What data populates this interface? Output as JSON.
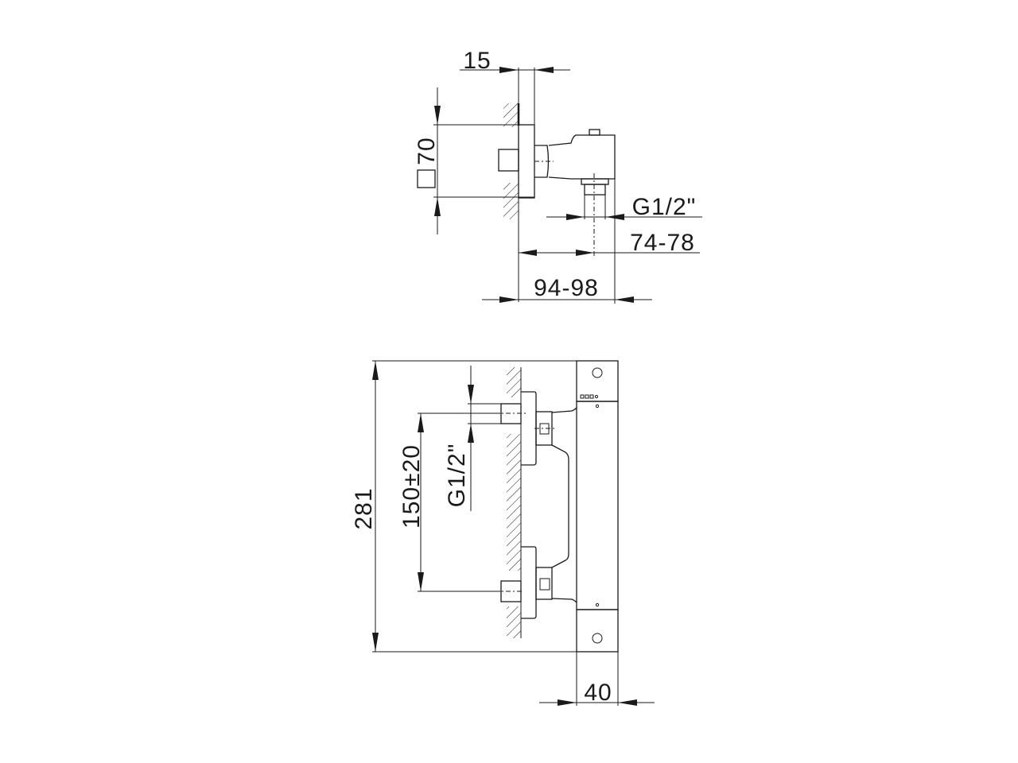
{
  "side_view": {
    "dim_wall_plate": "15",
    "dim_plate_height": "70",
    "dim_outlet_thread": "G1/2\"",
    "dim_outlet_distance": "74-78",
    "dim_total_depth": "94-98"
  },
  "front_view": {
    "dim_total_height": "281",
    "dim_inlet_spacing": "150±20",
    "dim_inlet_thread": "G1/2\"",
    "dim_width": "40"
  }
}
